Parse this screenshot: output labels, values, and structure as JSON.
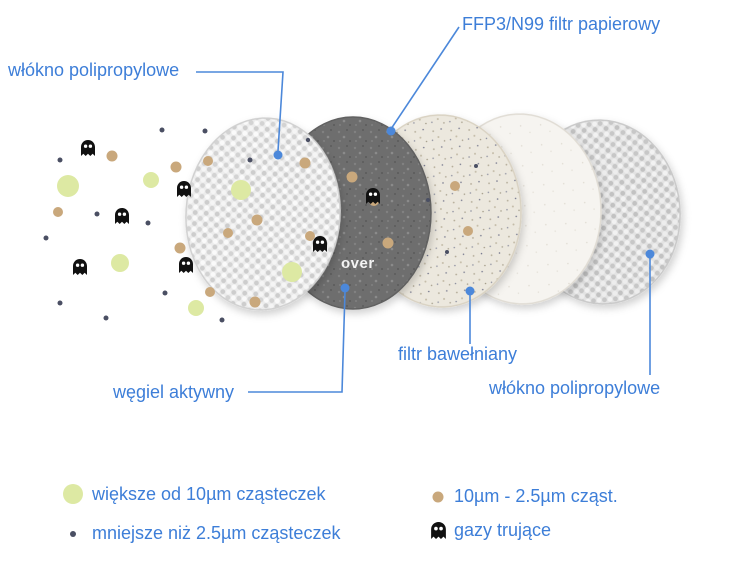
{
  "labels": {
    "ffp3": "FFP3/N99 filtr papierowy",
    "fiber_top": "włókno polipropylowe",
    "carbon": "węgiel aktywny",
    "cotton": "filtr bawełniany",
    "fiber_bottom": "włókno polipropylowe",
    "watermark": "over"
  },
  "legend": {
    "items": [
      {
        "id": "large-particle",
        "label": "większe od 10µm cząsteczek"
      },
      {
        "id": "medium-particle",
        "label": "10µm - 2.5µm cząst."
      },
      {
        "id": "small-particle",
        "label": "mniejsze niż 2.5µm cząsteczek"
      },
      {
        "id": "toxic-gas",
        "label": "gazy trujące"
      }
    ]
  },
  "colors": {
    "label_blue": "#3d7ed8",
    "leader_line": "#4c88da",
    "large_particle": "#dde9a3",
    "medium_particle": "#c9a87c",
    "small_particle": "#4a4f63",
    "toxic_gas": "#111111",
    "layer_dark": "#6e6e6e",
    "layer_beige": "#ece8de",
    "layer_white": "#f6f4f0",
    "layer_weave": "#ececec"
  }
}
